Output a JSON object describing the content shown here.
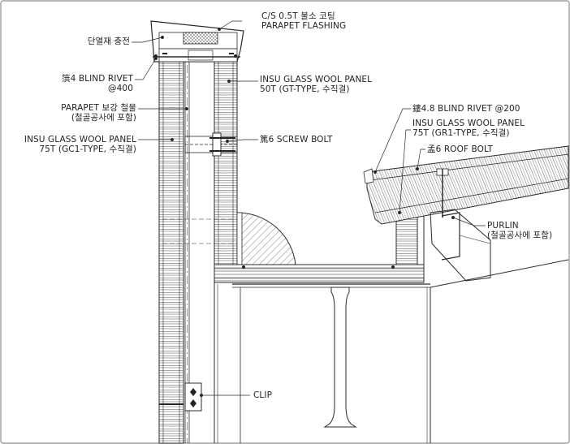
{
  "labels": {
    "flashing_line1": "C/S 0.5T 불소 코팅",
    "flashing_line2": "PARAPET FLASHING",
    "insulation_fill": "단열재 충전",
    "blind_rivet4_line1": "篊4 BLIND RIVET",
    "blind_rivet4_line2": "@400",
    "parapet_frame_line1": "PARAPET 보강 철물",
    "parapet_frame_line2": "(철골공사에 포함)",
    "wall_panel_line1": "INSU GLASS WOOL PANEL",
    "wall_panel_line2": "75T (GC1-TYPE, 수직결)",
    "inner_panel_line1": "INSU GLASS WOOL PANEL",
    "inner_panel_line2": "50T (GT-TYPE, 수직결)",
    "screw_bolt": "篤6 SCREW BOLT",
    "blind_rivet48": "鏤4.8 BLIND RIVET @200",
    "roof_panel_line1": "INSU GLASS WOOL PANEL",
    "roof_panel_line2": "75T (GR1-TYPE, 수직결)",
    "roof_bolt": "孟6 ROOF BOLT",
    "purlin_line1": "PURLIN",
    "purlin_line2": "(철골공사에 포함)",
    "clip": "CLIP"
  },
  "colors": {
    "line": "#2a2a2a",
    "background": "#ffffff",
    "frame": "#8c8c8c"
  }
}
